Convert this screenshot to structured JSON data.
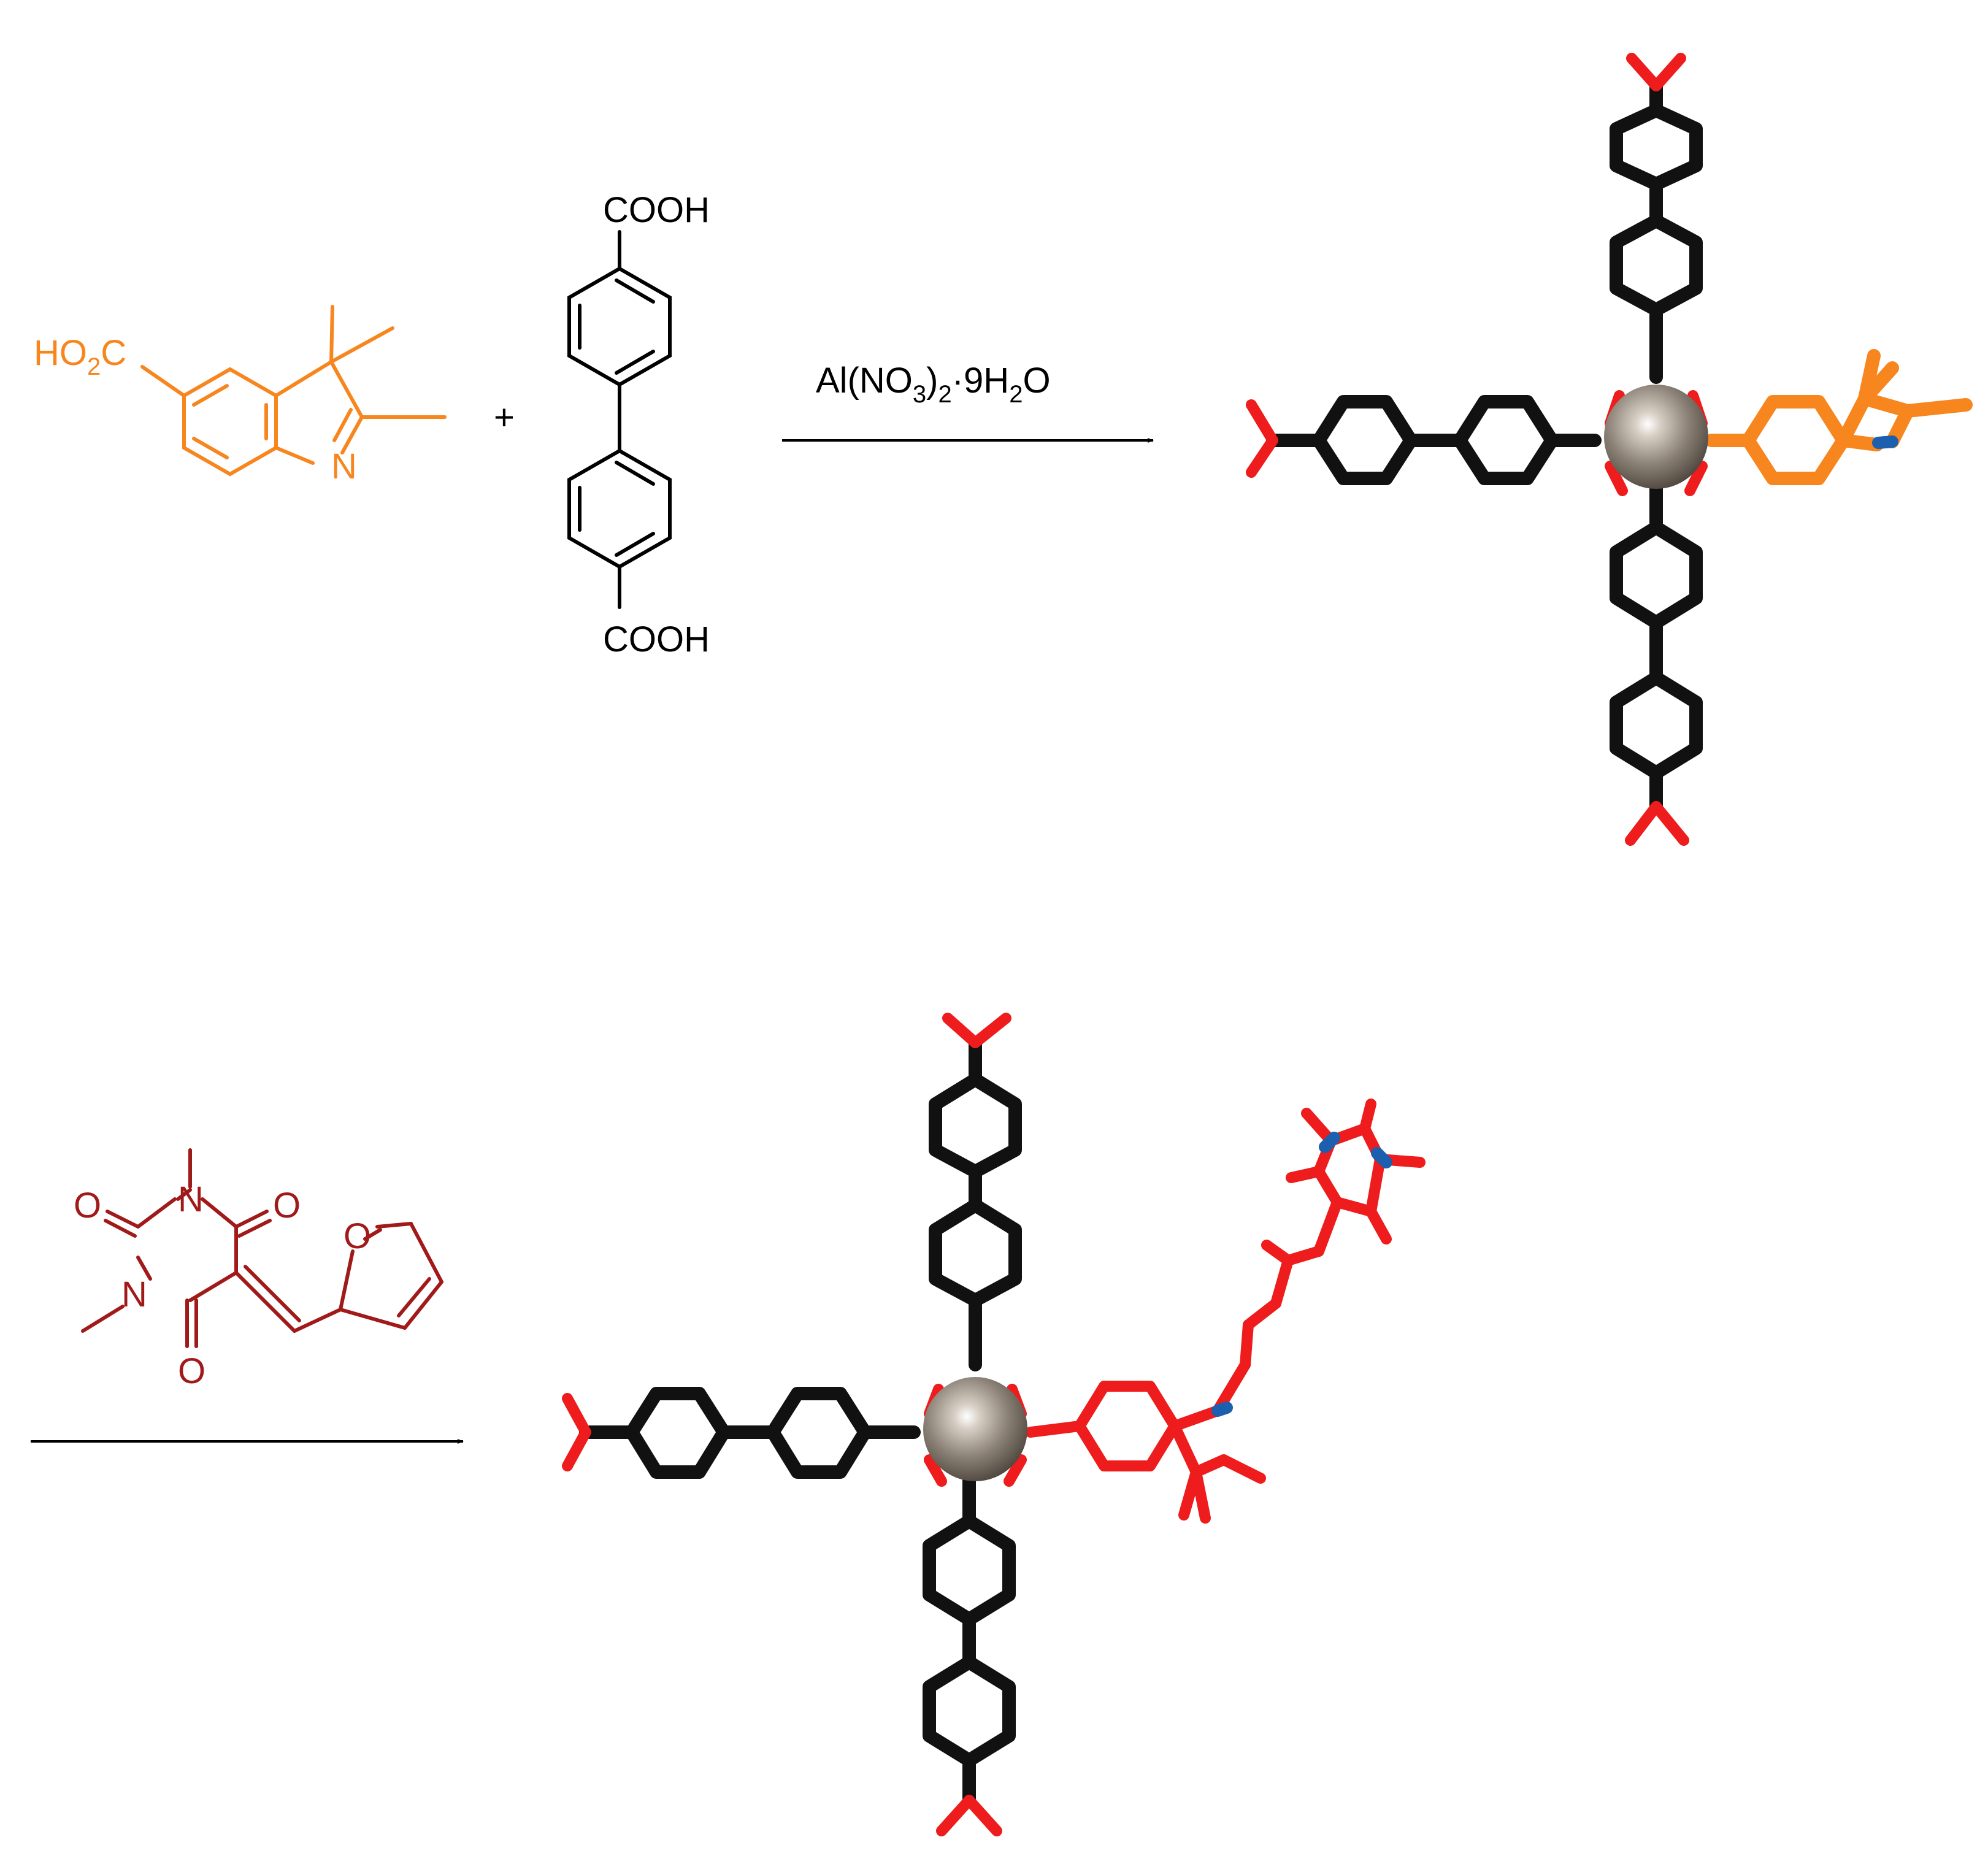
{
  "colors": {
    "background": "#ffffff",
    "ink": "#000000",
    "indolenine": "#f7861e",
    "barbiturate": "#a11a1a",
    "stick_black": "#111111",
    "stick_red": "#ee1c1c",
    "stick_blue": "#1b5fae",
    "stick_orange": "#f7861e",
    "metal_node": "#8b8176"
  },
  "icons": {
    "node": "metal-cluster-sphere-icon",
    "arrow": "reaction-arrow-icon"
  },
  "indolenine": {
    "acid_prefix": "HO",
    "acid_sub": "2",
    "acid_suffix": "C",
    "nitrogen": "N"
  },
  "plus": "+",
  "linker": {
    "top_group": "COOH",
    "bottom_group": "COOH"
  },
  "reagent": {
    "part1": "Al(NO",
    "sub1": "3",
    "part2": ")",
    "sub2": "2",
    "part3": "·9H",
    "sub3": "2",
    "part4": "O"
  },
  "barbiturate": {
    "o_top_left": "O",
    "o_top_right": "O",
    "o_bottom": "O",
    "o_furan": "O",
    "n_top": "N",
    "n_bottom": "N"
  }
}
